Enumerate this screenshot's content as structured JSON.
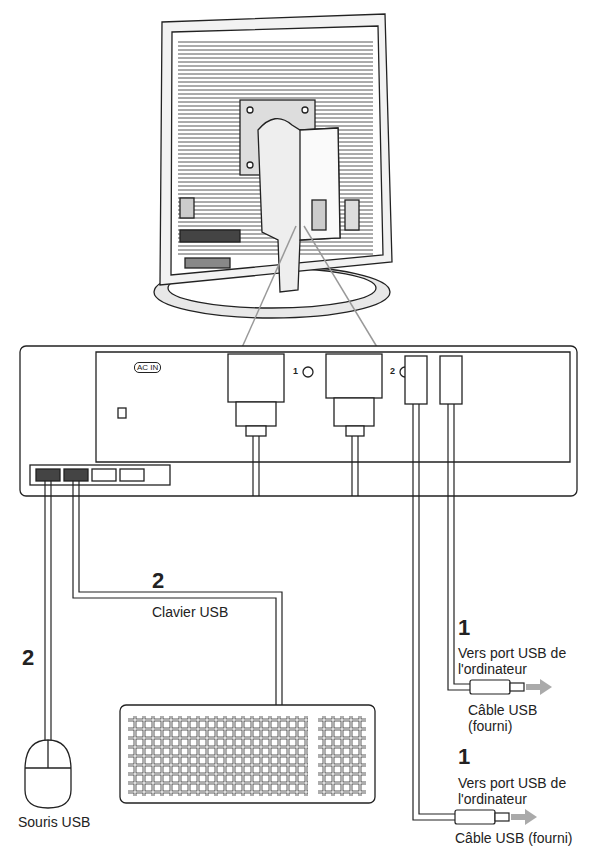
{
  "diagram": {
    "labels": [
      "AC IN",
      "1",
      "2",
      "1",
      "Vers port USB de l'ordinateur",
      "Câble USB (fourni)",
      "2",
      "Clavier USB",
      "2",
      "Souris USB",
      "1",
      "Vers port USB de l'ordinateur",
      "Câble USB (fourni)"
    ]
  }
}
